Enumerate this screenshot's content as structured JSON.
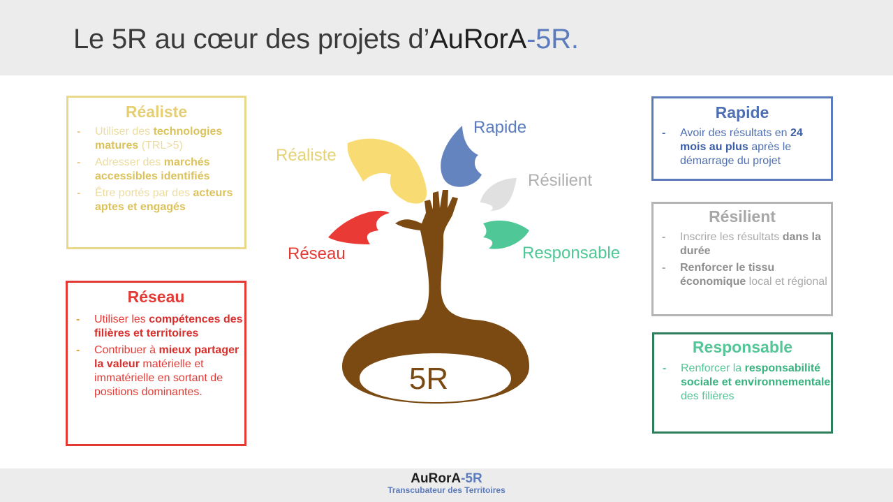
{
  "header": {
    "title_prefix": "Le 5R au cœur des projets d’",
    "brand": "AuRorA",
    "brand_suffix": "-5R",
    "title_end": "."
  },
  "diagram": {
    "center_label": "5R",
    "leaf_labels": {
      "realiste": "Réaliste",
      "rapide": "Rapide",
      "resilient": "Résilient",
      "reseau": "Réseau",
      "responsable": "Responsable"
    },
    "colors": {
      "trunk": "#7b4a12",
      "realiste": "#f8dc73",
      "rapide": "#6384bf",
      "resilient": "#e0e0e0",
      "reseau": "#ea3a35",
      "responsable": "#4fc797"
    }
  },
  "boxes": {
    "realiste": {
      "title": "Réaliste",
      "items": [
        [
          {
            "t": "Utiliser des "
          },
          {
            "t": "technologies matures",
            "hl": true
          },
          {
            "t": " (TRL>5)"
          }
        ],
        [
          {
            "t": "Adresser des "
          },
          {
            "t": "marchés accessibles identifiés",
            "hl": true
          }
        ],
        [
          {
            "t": "Être portés par des "
          },
          {
            "t": "acteurs aptes et engagés",
            "hl": true
          }
        ]
      ]
    },
    "reseau": {
      "title": "Réseau",
      "items": [
        [
          {
            "t": "Utiliser les "
          },
          {
            "t": "compétences des filières et territoires",
            "hl": true
          }
        ],
        [
          {
            "t": "Contribuer à "
          },
          {
            "t": "mieux partager la valeur",
            "hl": true
          },
          {
            "t": " matérielle et immatérielle en sortant de positions dominantes."
          }
        ]
      ]
    },
    "rapide": {
      "title": "Rapide",
      "items": [
        [
          {
            "t": "Avoir des résultats en "
          },
          {
            "t": "24 mois au plus",
            "hl": true
          },
          {
            "t": " après le démarrage du projet"
          }
        ]
      ]
    },
    "resilient": {
      "title": "Résilient",
      "items": [
        [
          {
            "t": "Inscrire les résultats "
          },
          {
            "t": "dans la durée",
            "hl": true
          }
        ],
        [
          {
            "t": "Renforcer le tissu économique",
            "hl": true
          },
          {
            "t": " local et régional"
          }
        ]
      ]
    },
    "responsable": {
      "title": "Responsable",
      "items": [
        [
          {
            "t": "Renforcer la "
          },
          {
            "t": "responsabilité sociale et environnementale",
            "hl": true
          },
          {
            "t": " des filières"
          }
        ]
      ]
    }
  },
  "footer": {
    "brand": "AuRorA",
    "brand_suffix": "-5R",
    "tagline": "Transcubateur des Territoires"
  }
}
